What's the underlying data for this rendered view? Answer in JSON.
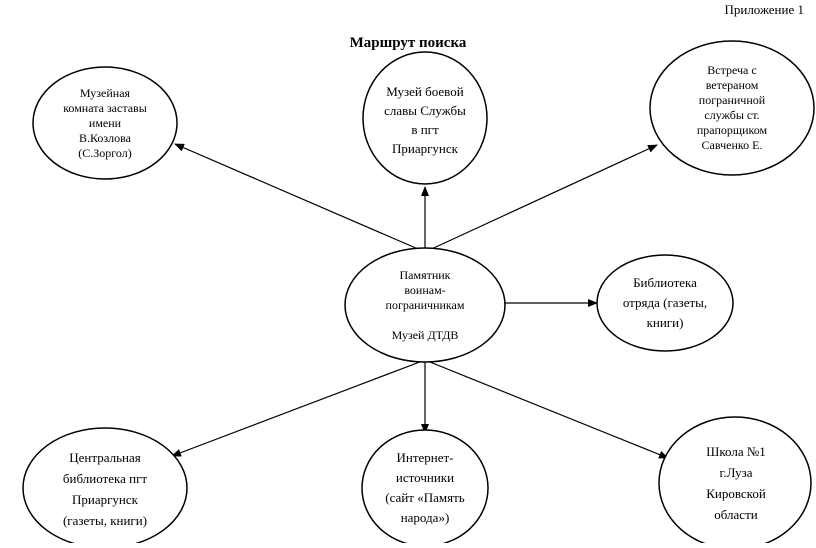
{
  "header": {
    "appendix": "Приложение 1",
    "title": "Маршрут поиска"
  },
  "nodes": {
    "center": {
      "text": "Памятник\nвоинам-\nпограничникам\n\nМузей  ДТДВ"
    },
    "top_left": {
      "text": "Музейная\nкомната заставы\nимени\nВ.Козлова\n(С.Зоргол)"
    },
    "top_center": {
      "text": "Музей боевой\nславы Службы\nв пгт\nПриаргунск"
    },
    "top_right": {
      "text": "Встреча с\nветераном\nпограничной\nслужбы ст.\nпрапорщиком\nСавченко Е."
    },
    "right": {
      "text": "Библиотека\nотряда (газеты,\nкниги)"
    },
    "bottom_left": {
      "text": "Центральная\nбиблиотека пгт\nПриаргунск\n(газеты, книги)"
    },
    "bottom_center": {
      "text": "Интернет-\nисточники\n(сайт «Память\nнарода»)"
    },
    "bottom_right": {
      "text": "Школа №1\nг.Луза\nКировской\nобласти"
    }
  },
  "edges": [
    {
      "from": "center",
      "to": "top_left"
    },
    {
      "from": "center",
      "to": "top_center"
    },
    {
      "from": "center",
      "to": "top_right"
    },
    {
      "from": "center",
      "to": "right"
    },
    {
      "from": "center",
      "to": "bottom_left"
    },
    {
      "from": "center",
      "to": "bottom_center"
    },
    {
      "from": "center",
      "to": "bottom_right"
    }
  ]
}
